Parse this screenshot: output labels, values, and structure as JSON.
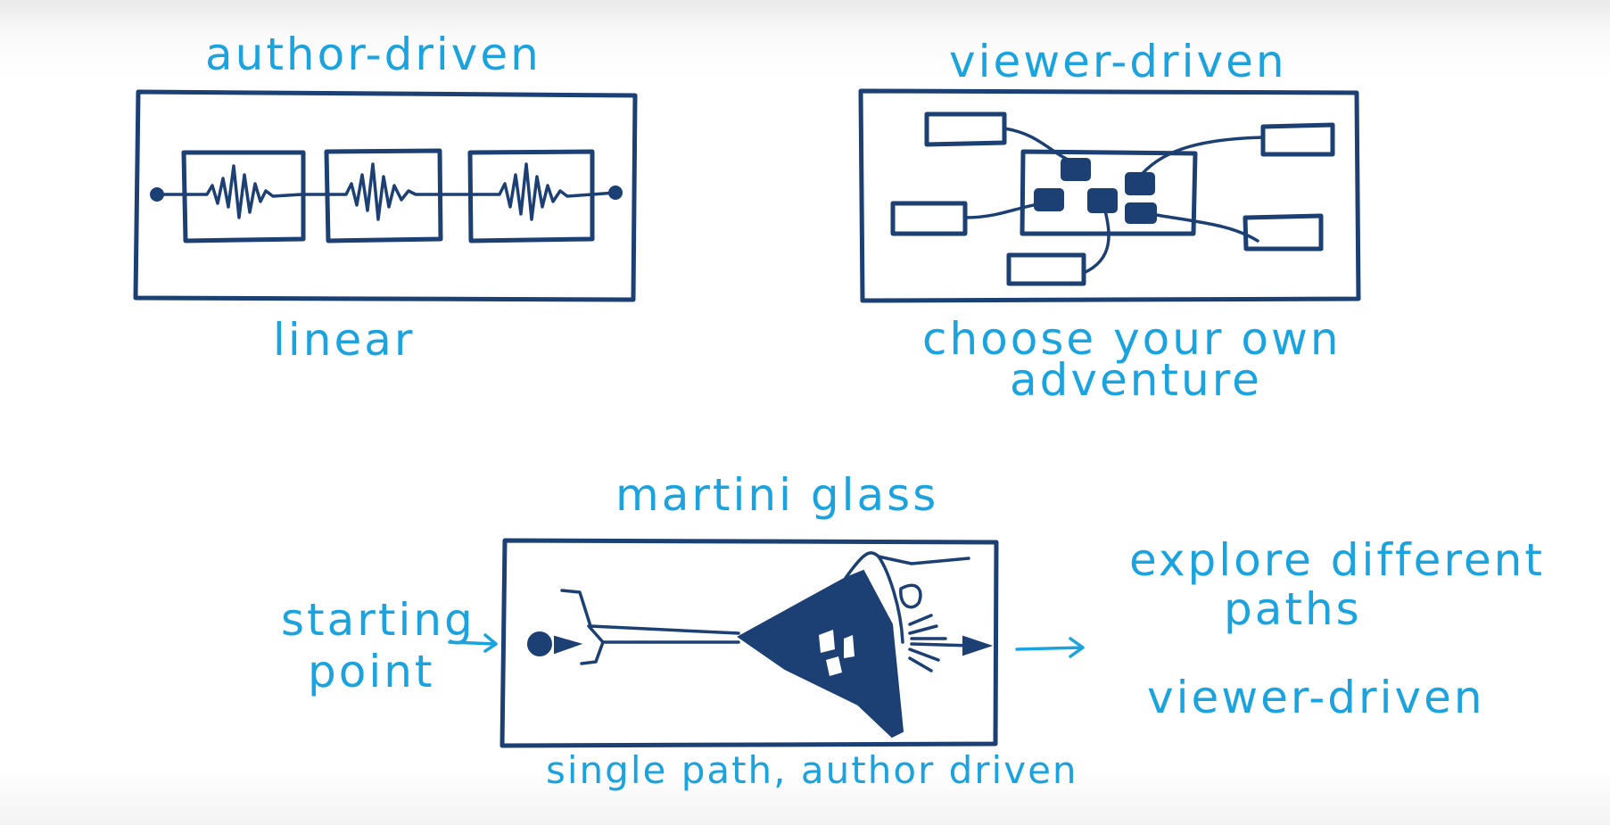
{
  "labels": {
    "author_driven": "author-driven",
    "linear": "linear",
    "viewer_driven_top": "viewer-driven",
    "choose_line1": "choose your own",
    "choose_line2": "adventure",
    "martini_glass": "martini glass",
    "starting_line1": "starting",
    "starting_line2": "point",
    "single_path": "single path, author driven",
    "explore_line1": "explore different",
    "explore_line2": "paths",
    "viewer_driven_bottom": "viewer-driven"
  },
  "colors": {
    "marker_text": "#1aa3df",
    "ink": "#1c3f74",
    "board": "#ffffff"
  },
  "icons": {
    "waveform": "waveform-icon",
    "node": "node-icon",
    "martini": "martini-glass-icon",
    "arrow": "arrow-icon"
  }
}
